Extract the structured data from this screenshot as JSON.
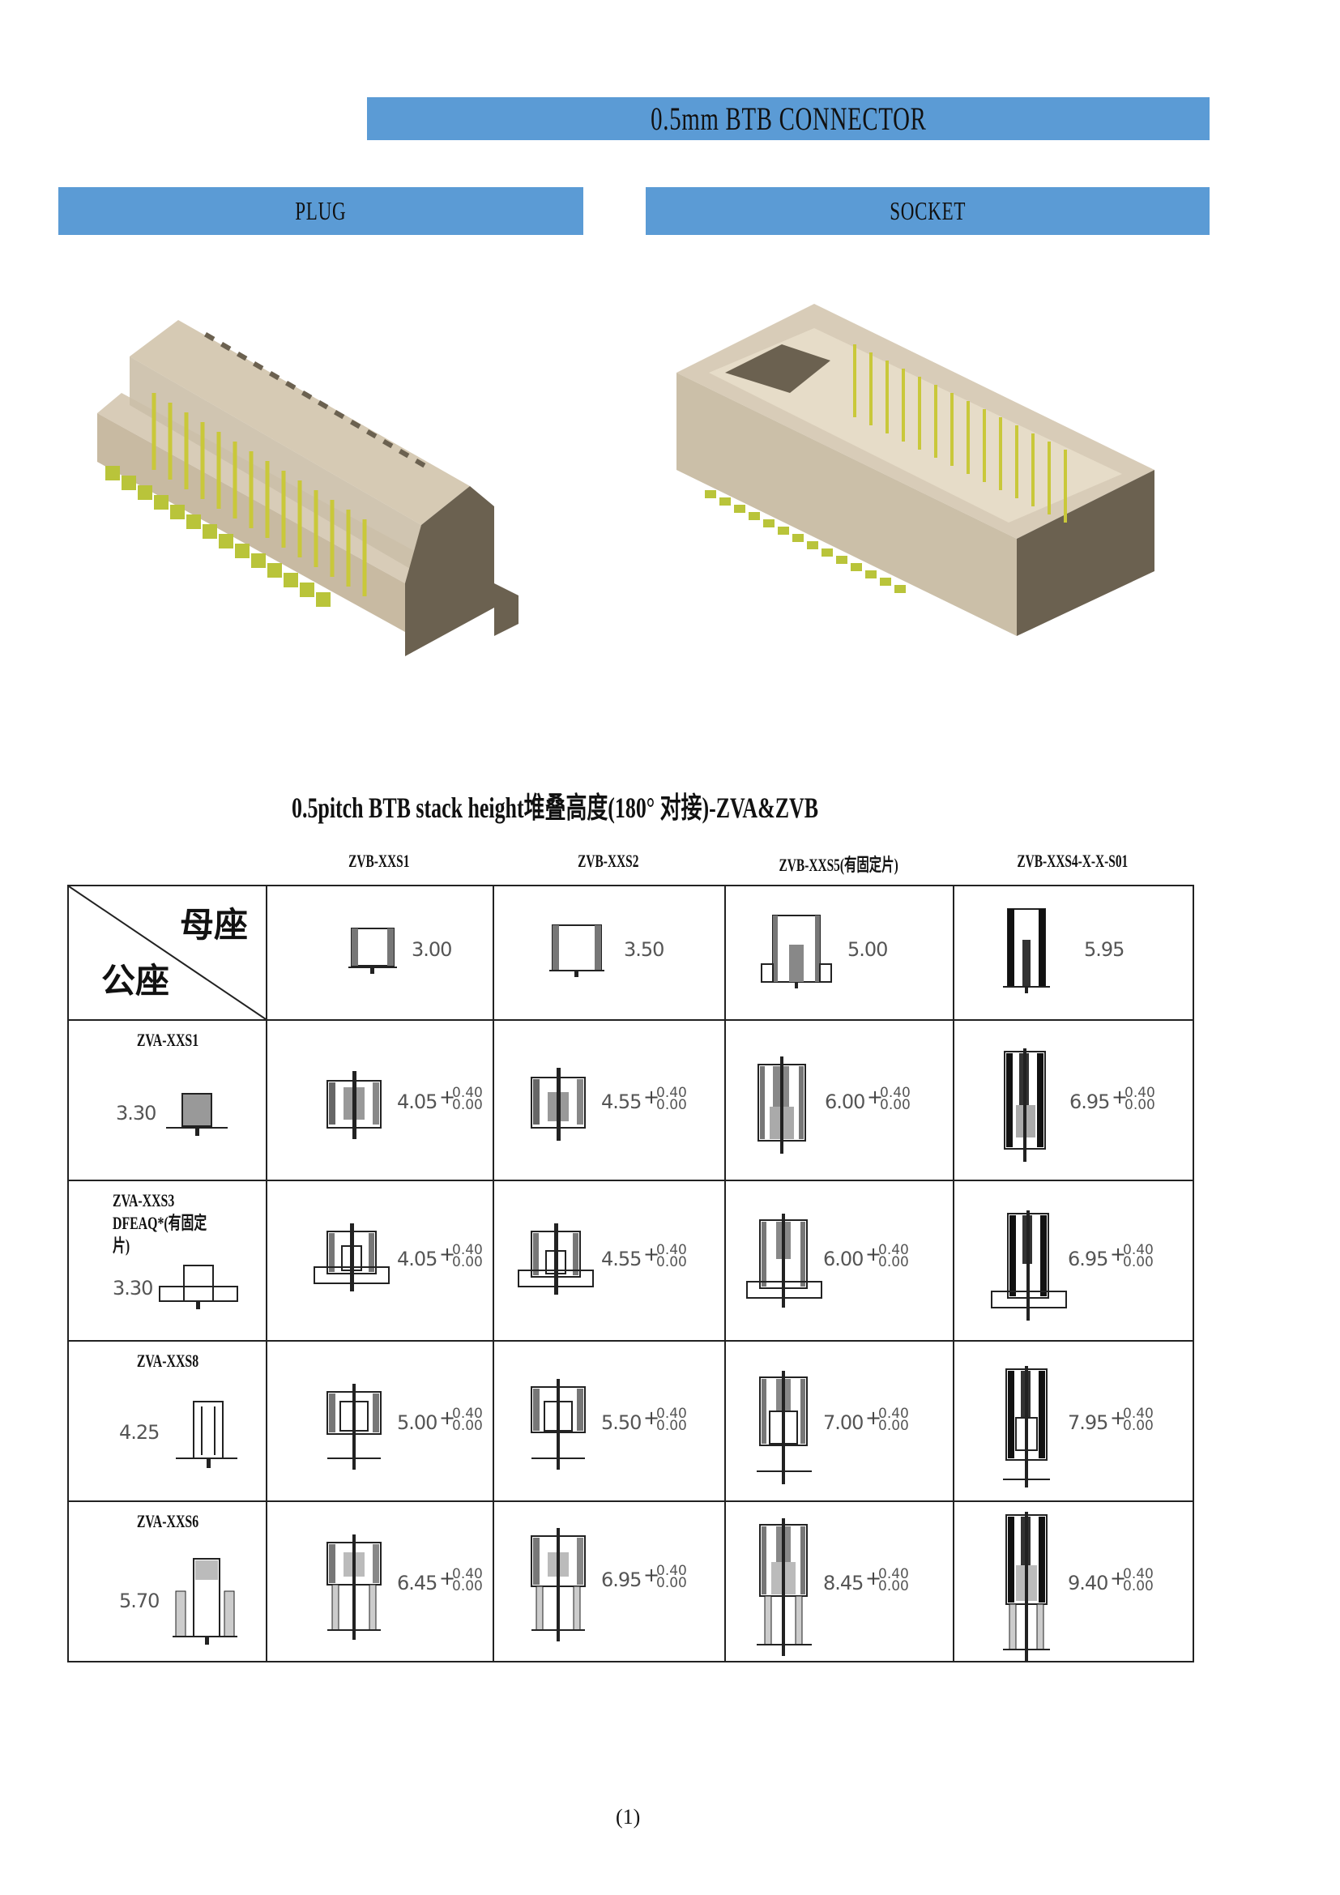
{
  "header": {
    "title": "0.5mm BTB CONNECTOR",
    "plug_label": "PLUG",
    "socket_label": "SOCKET",
    "bar_color": "#5b9bd5"
  },
  "images": {
    "plug": "3D render of 0.5mm pitch BTB plug connector (beige housing, yellow contacts)",
    "socket": "3D render of 0.5mm pitch BTB socket connector (beige housing, yellow contacts)"
  },
  "stack_table": {
    "title": "0.5pitch BTB stack height堆叠高度(180° 对接)-ZVA&ZVB",
    "corner_top": "母座",
    "corner_bottom": "公座",
    "columns": [
      {
        "name": "ZVB-XXS1",
        "height": "3.00"
      },
      {
        "name": "ZVB-XXS2",
        "height": "3.50"
      },
      {
        "name": "ZVB-XXS5(有固定片)",
        "height": "5.00"
      },
      {
        "name": "ZVB-XXS4-X-X-S01",
        "height": "5.95"
      }
    ],
    "rows": [
      {
        "name": "ZVA-XXS1",
        "height": "3.30",
        "stack": [
          "4.05",
          "4.55",
          "6.00",
          "6.95"
        ]
      },
      {
        "name": "ZVA-XXS3\nDFEAQ*(有固定片)",
        "height": "3.30",
        "stack": [
          "4.05",
          "4.55",
          "6.00",
          "6.95"
        ]
      },
      {
        "name": "ZVA-XXS8",
        "height": "4.25",
        "stack": [
          "5.00",
          "5.50",
          "7.00",
          "7.95"
        ]
      },
      {
        "name": "ZVA-XXS6",
        "height": "5.70",
        "stack": [
          "6.45",
          "6.95",
          "8.45",
          "9.40"
        ]
      }
    ],
    "tolerance": {
      "plus": "+",
      "upper": "0.40",
      "lower": "0.00"
    }
  },
  "footer": {
    "page_number": "(1)"
  }
}
